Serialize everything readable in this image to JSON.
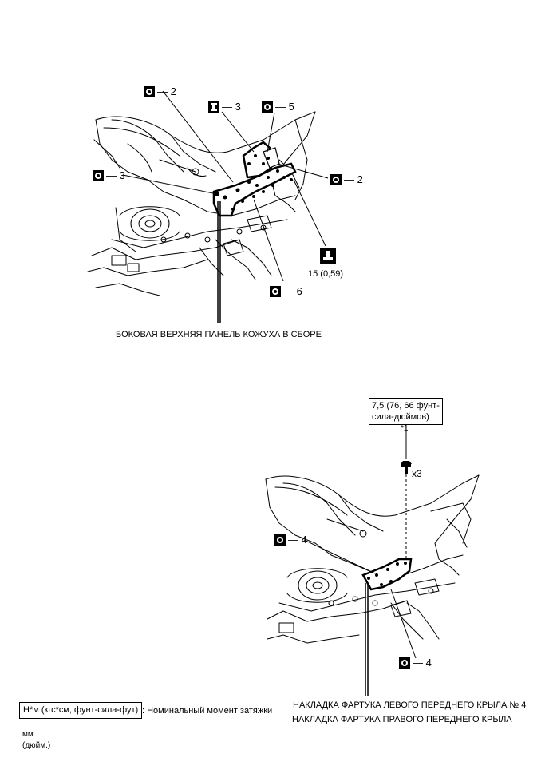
{
  "upper": {
    "callouts": [
      {
        "icon": "circle",
        "text": "— 2"
      },
      {
        "icon": "bar",
        "text": "— 3"
      },
      {
        "icon": "circle",
        "text": "— 5"
      },
      {
        "icon": "circle",
        "text": "— 3"
      },
      {
        "icon": "circle",
        "text": "— 2"
      },
      {
        "icon": "circle",
        "text": "— 6"
      }
    ],
    "torque_value": "15 (0,59)",
    "part_label": "БОКОВАЯ ВЕРХНЯЯ ПАНЕЛЬ КОЖУХА В СБОРЕ"
  },
  "lower": {
    "torque_box_line1": "7,5 (76, 66 фунт-",
    "torque_box_line2": "сила-дюймов)",
    "footnote_marker": "*1",
    "quantity": "x3",
    "callouts": [
      {
        "icon": "circle",
        "text": "— 4"
      },
      {
        "icon": "circle",
        "text": "— 4"
      }
    ],
    "part_label_1": "НАКЛАДКА ФАРТУКА ЛЕВОГО ПЕРЕДНЕГО КРЫЛА № 4",
    "part_label_2": "НАКЛАДКА ФАРТУКА ПРАВОГО ПЕРЕДНЕГО КРЫЛА"
  },
  "legend": {
    "box_text": "Н*м (кгс*см, фунт-сила-фут)",
    "description": ": Номинальный момент затяжки",
    "unit_mm": "мм",
    "unit_inch": "(дюйм.)"
  }
}
